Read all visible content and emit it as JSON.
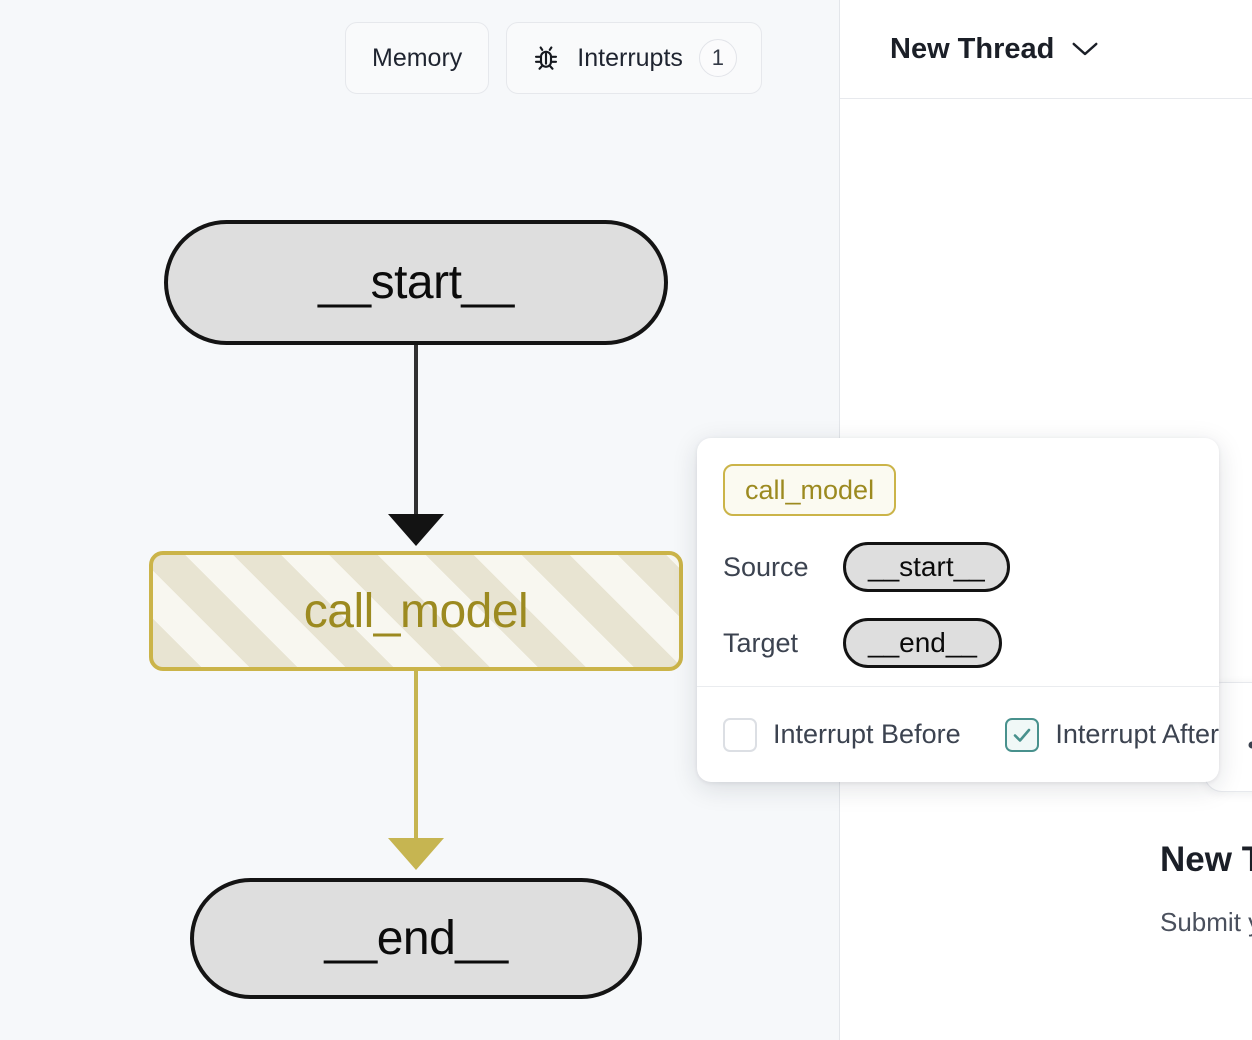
{
  "graph_panel": {
    "background_color": "#f6f8fa",
    "toolbar": {
      "memory_label": "Memory",
      "interrupts_label": "Interrupts",
      "interrupts_icon": "bug-icon",
      "interrupts_count": "1"
    },
    "nodes": [
      {
        "id": "start",
        "label": "__start__",
        "shape": "stadium",
        "fill": "#dedede",
        "stroke": "#141414"
      },
      {
        "id": "call_model",
        "label": "call_model",
        "shape": "rounded-rect",
        "fill": "#f8f7f0",
        "stroke": "#cbb449",
        "text_color": "#9c8a20",
        "pattern": "diagonal-stripes"
      },
      {
        "id": "end",
        "label": "__end__",
        "shape": "stadium",
        "fill": "#dedede",
        "stroke": "#141414"
      }
    ],
    "edges": [
      {
        "from": "start",
        "to": "call_model",
        "color": "#313131"
      },
      {
        "from": "call_model",
        "to": "end",
        "color": "#c6b551"
      }
    ]
  },
  "popup": {
    "node_chip": "call_model",
    "source_key": "Source",
    "source_value": "__start__",
    "target_key": "Target",
    "target_value": "__end__",
    "interrupt_before_label": "Interrupt Before",
    "interrupt_before_checked": false,
    "interrupt_after_label": "Interrupt After",
    "interrupt_after_checked": true,
    "accent_color": "#cbb449",
    "check_color": "#48918d"
  },
  "right_panel": {
    "thread_title": "New Thread",
    "thread_chevron": "chevron-down-icon",
    "empty_state_title": "New T",
    "empty_state_subtitle": "Submit your input",
    "float_card_icon": "dots-icon"
  }
}
